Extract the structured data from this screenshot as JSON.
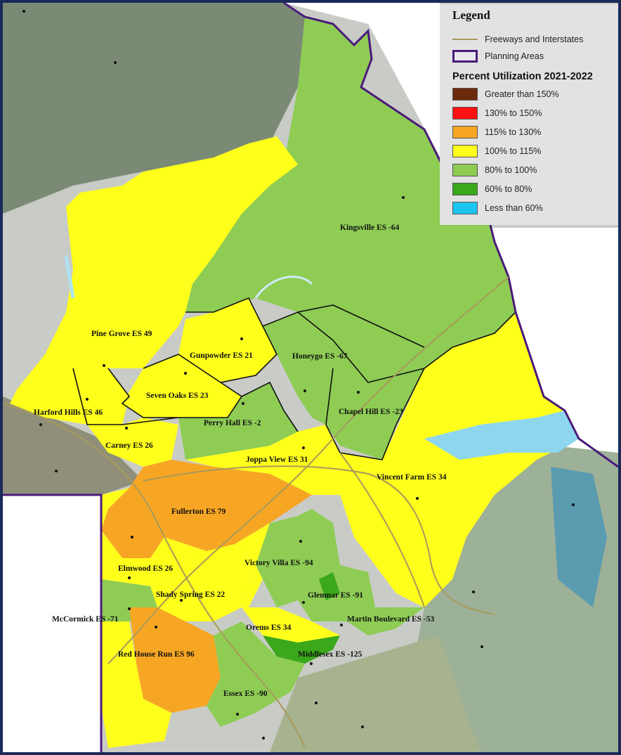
{
  "legend": {
    "title": "Legend",
    "freeways_label": "Freeways and Interstates",
    "planning_label": "Planning Areas",
    "subtitle": "Percent Utilization 2021-2022",
    "items": [
      {
        "label": "Greater than 150%",
        "color": "#6b2a0c"
      },
      {
        "label": "130% to 150%",
        "color": "#ff1111"
      },
      {
        "label": "115% to 130%",
        "color": "#f7a624"
      },
      {
        "label": "100% to 115%",
        "color": "#ffff1c"
      },
      {
        "label": "80% to 100%",
        "color": "#8ecc54"
      },
      {
        "label": "60% to 80%",
        "color": "#3aa81a"
      },
      {
        "label": "Less than 60%",
        "color": "#1cc4f0"
      }
    ]
  },
  "schools": [
    {
      "name": "Kingsville ES -64"
    },
    {
      "name": "Pine Grove ES 49"
    },
    {
      "name": "Gunpowder ES 21"
    },
    {
      "name": "Honeygo ES -67"
    },
    {
      "name": "Seven Oaks ES 23"
    },
    {
      "name": "Harford Hills ES 46"
    },
    {
      "name": "Perry Hall ES -2"
    },
    {
      "name": "Chapel Hill ES -23"
    },
    {
      "name": "Carney ES 26"
    },
    {
      "name": "Joppa View ES 31"
    },
    {
      "name": "Vincent Farm ES 34"
    },
    {
      "name": "Fullerton ES 79"
    },
    {
      "name": "Victory Villa ES -94"
    },
    {
      "name": "Elmwood ES 26"
    },
    {
      "name": "Glenmar ES -91"
    },
    {
      "name": "Shady Spring ES 22"
    },
    {
      "name": "McCormick ES -71"
    },
    {
      "name": "Martin Boulevard ES -53"
    },
    {
      "name": "Orems ES 34"
    },
    {
      "name": "Red House Run ES 96"
    },
    {
      "name": "Middlesex ES -125"
    },
    {
      "name": "Essex ES -90"
    }
  ]
}
